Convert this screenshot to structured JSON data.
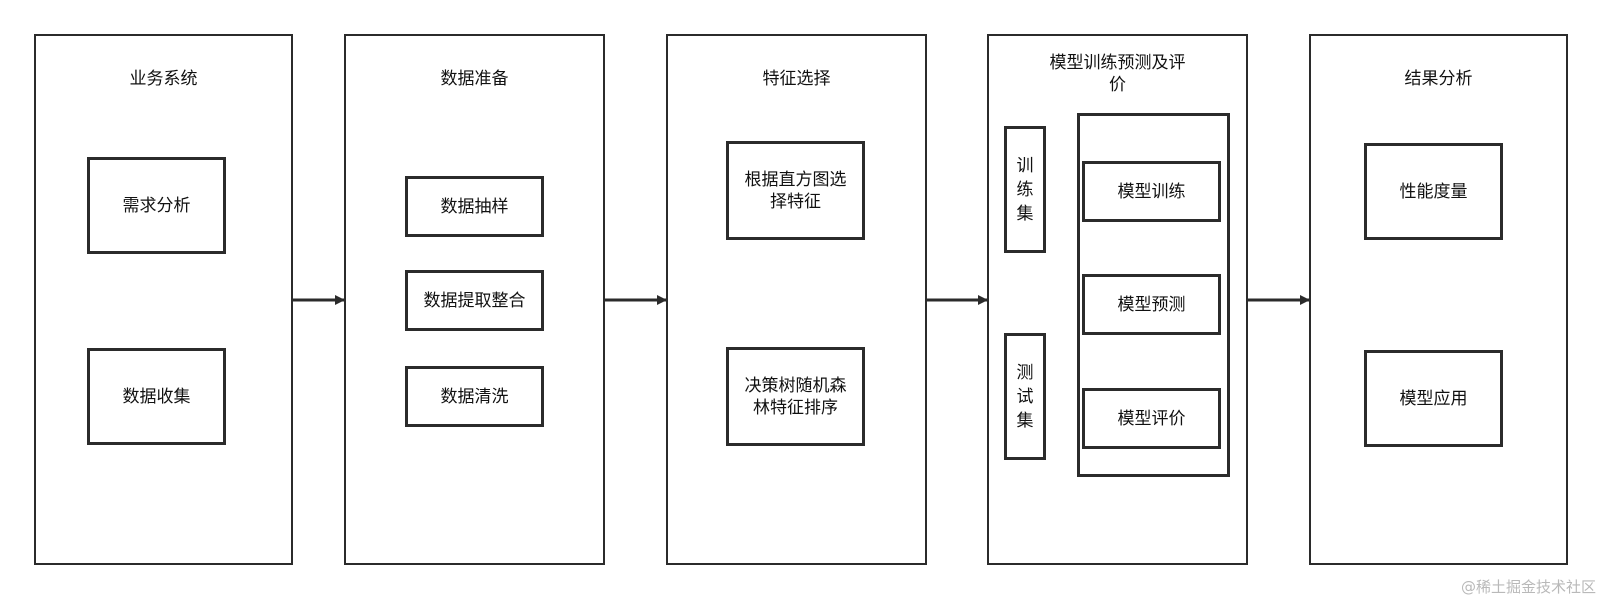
{
  "columns": {
    "business": {
      "title": "业务系统",
      "items": [
        "需求分析",
        "数据收集"
      ]
    },
    "prep": {
      "title": "数据准备",
      "items": [
        "数据抽样",
        "数据提取整合",
        "数据清洗"
      ]
    },
    "feature": {
      "title": "特征选择",
      "items": [
        "根据直方图选择特征",
        "决策树随机森林特征排序"
      ]
    },
    "model": {
      "title": "模型训练预测及评价",
      "sets": [
        "训练集",
        "测试集"
      ],
      "items": [
        "模型训练",
        "模型预测",
        "模型评价"
      ]
    },
    "result": {
      "title": "结果分析",
      "items": [
        "性能度量",
        "模型应用"
      ]
    }
  },
  "watermark": "@稀土掘金技术社区"
}
